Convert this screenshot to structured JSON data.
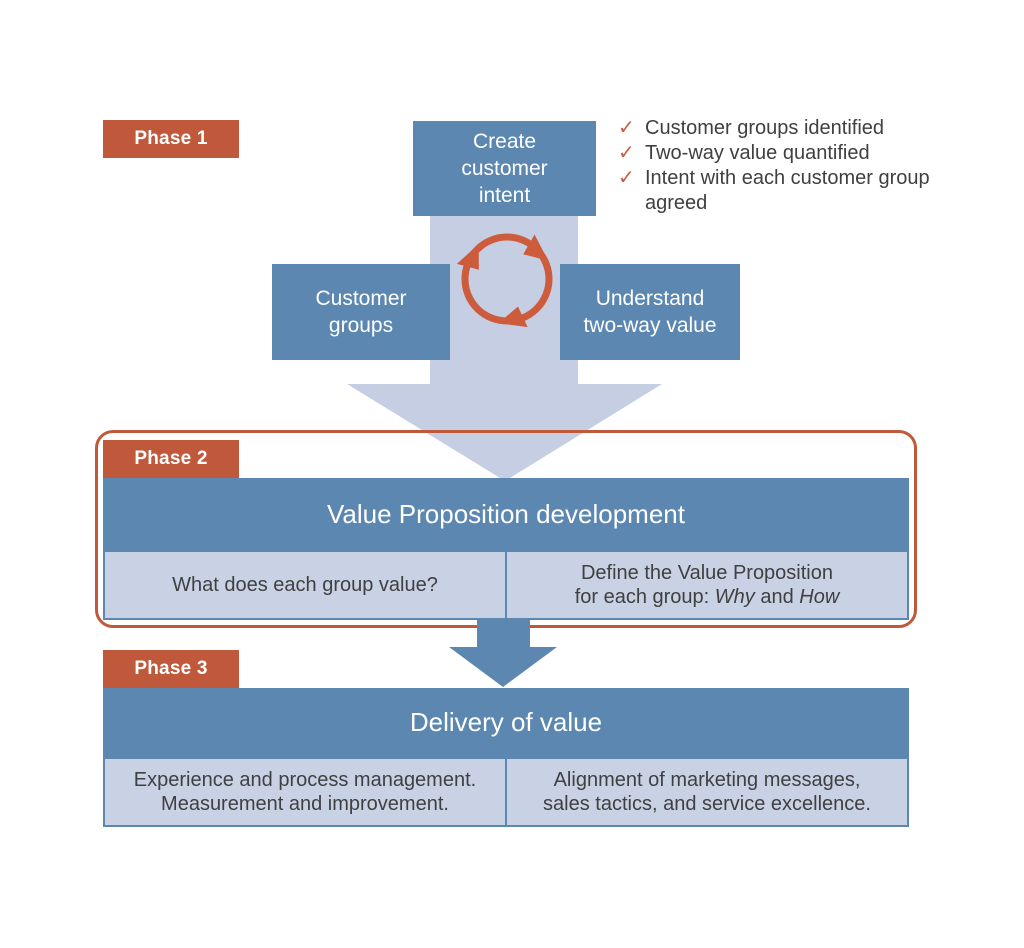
{
  "colors": {
    "blue": "#5b87b1",
    "light_panel": "#c9d2e4",
    "light_arrow": "#c5cee2",
    "orange": "#c0583b",
    "check_orange": "#cc5c3c",
    "text_dark": "#3f4041"
  },
  "icons": {
    "check": "✓",
    "cycle": "cycle-arrows",
    "big_down_arrow": "down-arrow",
    "small_down_arrow": "down-arrow"
  },
  "phase1": {
    "badge": "Phase 1",
    "intent_box": {
      "lines": [
        "Create",
        "customer",
        "intent"
      ]
    },
    "checklist": {
      "check_icon": "✓",
      "items": [
        "Customer groups identified",
        "Two-way value quantified",
        "Intent with each customer group agreed"
      ]
    },
    "customer_groups_box": {
      "lines": [
        "Customer",
        "groups"
      ]
    },
    "two_way_value_box": {
      "lines": [
        "Understand",
        "two-way value"
      ]
    }
  },
  "phase2": {
    "badge": "Phase 2",
    "header": "Value Proposition development",
    "left_cell": "What does each group value?",
    "right_cell": {
      "line1": "Define the Value Proposition",
      "line2_prefix": "for each group: ",
      "why": "Why",
      "and_word": " and ",
      "how": "How"
    }
  },
  "phase3": {
    "badge": "Phase 3",
    "header": "Delivery of value",
    "left_cell": {
      "lines": [
        "Experience and process management.",
        "Measurement and improvement."
      ]
    },
    "right_cell": {
      "lines": [
        "Alignment of marketing messages,",
        "sales tactics, and service excellence."
      ]
    }
  }
}
